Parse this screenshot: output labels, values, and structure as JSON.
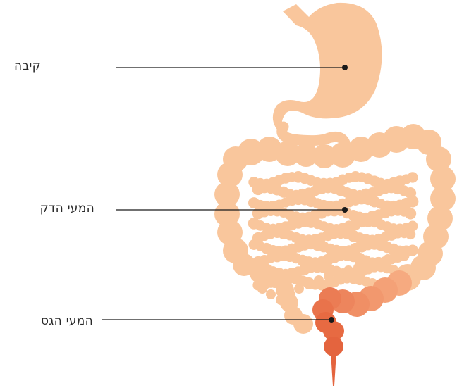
{
  "labels": {
    "stomach": "קיבה",
    "small_intestine": "המעי הדק",
    "large_intestine": "המעי הגס"
  },
  "colors": {
    "organ_light": "#F9C69C",
    "organ_dark": "#E4643E",
    "line": "#1a1a1a",
    "text": "#2a2a2a"
  }
}
